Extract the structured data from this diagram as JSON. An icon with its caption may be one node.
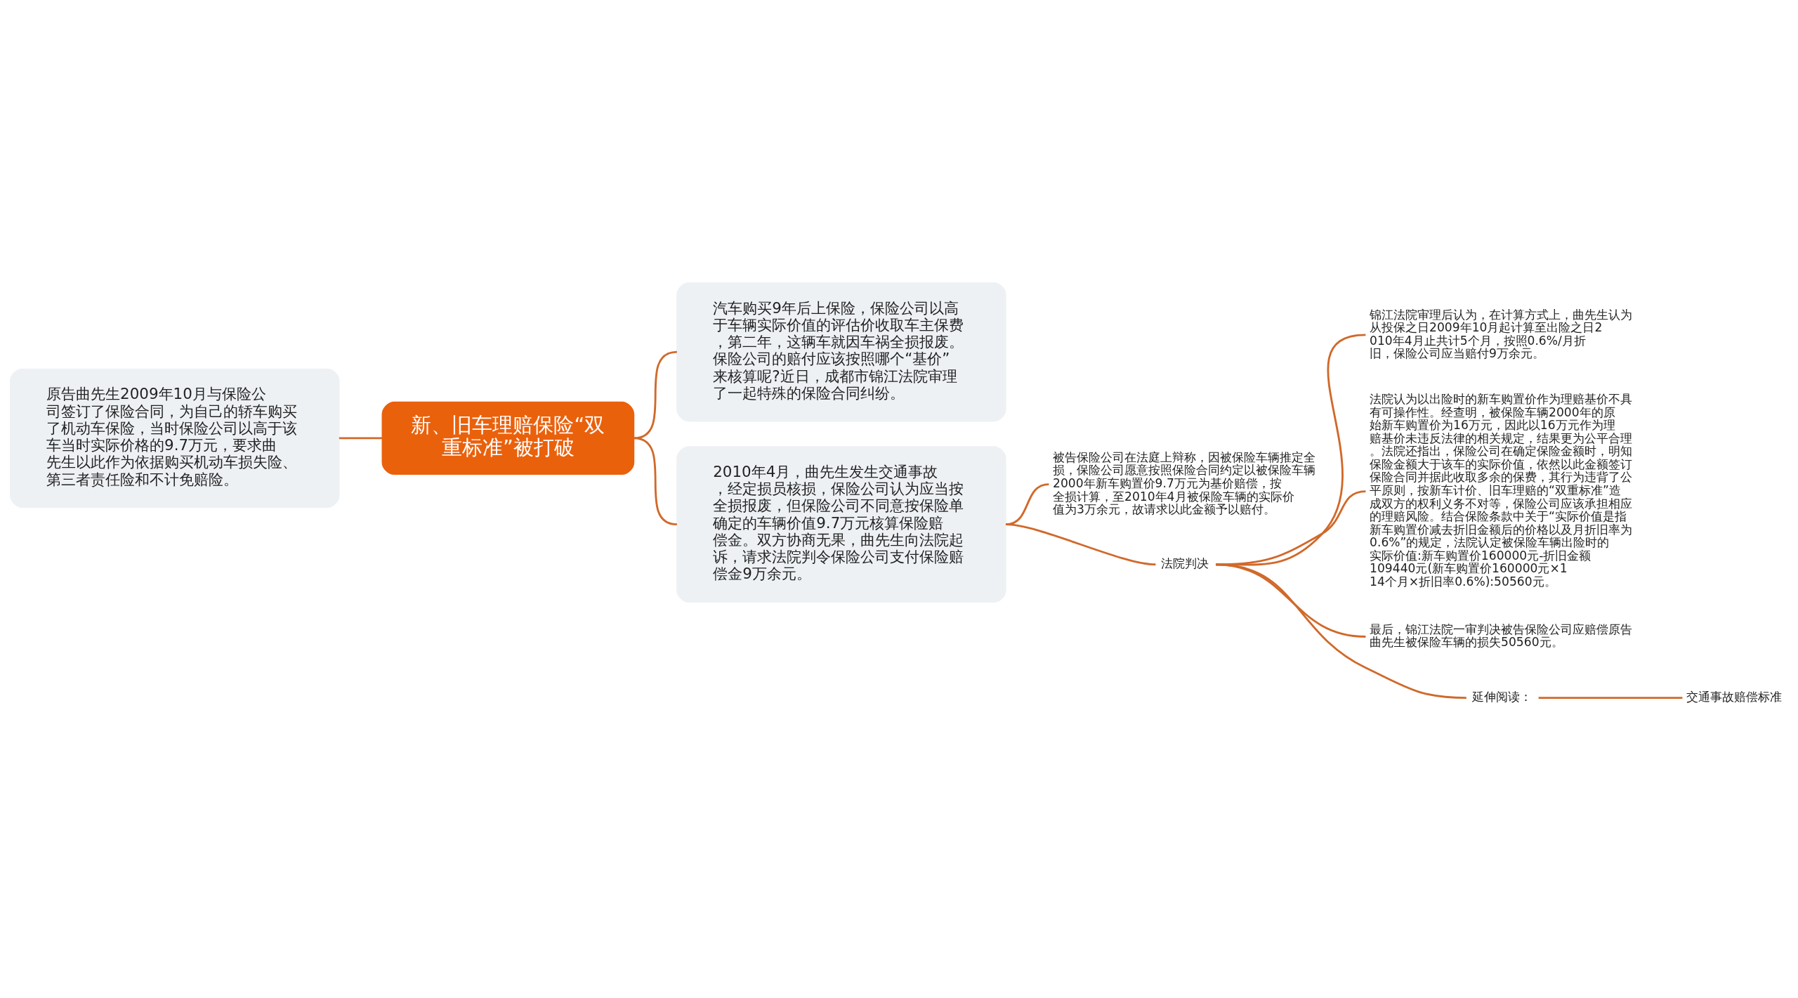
{
  "diagram": {
    "nodes": [
      {
        "text": [
          "新、旧车理赔保险“双重标准”被打破"
        ]
      },
      {
        "text": [
          "原告曲先生2009年10月与保险公司签订了保险合同，为自己的轿车购买了机动车保险，当时保险公司以高于该车当时实际价格的9.7万元，要求曲先生以此作为依据购买机动车损失险、第三者责任险和不计免赔险。"
        ]
      },
      {
        "text": [
          "汽车购买9年后上保险，保险公司以高于车辆实际价值的评估价收取车主保费，第二年，这辆车就因车祸全损报废。保险公司的赔付应该按照哪个“基价”来核算呢?近日，成都市锦江法院审理了一起特殊的保险合同纠纷。"
        ]
      },
      {
        "text": [
          "2010年4月，曲先生发生交通事故，经定损员核损，保险公司认为应当按全损报废，但保险公司不同意按保险单确定的车辆价值9.7万元核算保险赔偿金。双方协商无果，曲先生向法院起诉，请求法院判令保险公司支付保险赔偿金9万余元。"
        ]
      },
      {
        "text": [
          "被告保险公司在法庭上辩称，因被保险车辆推定全损，保险公司愿意按照保险合同约定以被保险车辆2000年新车购置价9.7万元为基价赔偿，按全损计算，至2010年4月被保险车辆的实际价值为3万余元，故请求以此金额予以赔付。"
        ]
      },
      {
        "text": [
          "法院判决"
        ]
      },
      {
        "text": [
          "锦江法院审理后认为，在计算方式上，曲先生认为从投保之日2009年10月起计算至出险之日2010年4月止共计5个月，按照0.6%/月折旧，保险公司应当赔付9万余元。"
        ]
      },
      {
        "text": [
          "法院认为以出险时的新车购置价作为理赔基价不具有可操作性。经查明，被保险车辆2000年的原始新车购置价为16万元，因此以16万元作为理赔基价未违反法律的相关规定，结果更为公平合理。法院还指出，保险公司在确定保险金额时，明知保险金额大于该车的实际价值，依然以此金额签订保险合同并据此收取多余的保费，其行为违背了公平原则，按新车计价、旧车理赔的“双重标准”造成双方的权利义务不对等，保险公司应该承担相应的理赔风险。结合保险条款中关于“实际价值是指新车购置价减去折旧金额后的价格以及月折旧率为0.6%”的规定，法院认定被保险车辆出险时的实际价值:新车购置价160000元-折旧金额109440元(新车购置价160000元×114个月×折旧率0.6%):50560元。"
        ]
      },
      {
        "text": [
          "最后，锦江法院一审判决被告保险公司应赔偿原告曲先生被保险车辆的损失50560元。"
        ]
      },
      {
        "text": [
          "延伸阅读："
        ]
      },
      {
        "text": [
          "交通事故赔偿标准"
        ]
      }
    ],
    "edges": [
      {
        "from": 1,
        "to": 0,
        "arrow": "none"
      },
      {
        "from": 0,
        "to": 2,
        "arrow": "none"
      },
      {
        "from": 0,
        "to": 3,
        "arrow": "none"
      },
      {
        "from": 3,
        "to": 4,
        "arrow": "none"
      },
      {
        "from": 3,
        "to": 5,
        "arrow": "none"
      },
      {
        "from": 5,
        "to": 6,
        "arrow": "none"
      },
      {
        "from": 5,
        "to": 7,
        "arrow": "none"
      },
      {
        "from": 5,
        "to": 8,
        "arrow": "none"
      },
      {
        "from": 5,
        "to": 9,
        "arrow": "none"
      },
      {
        "from": 9,
        "to": 10,
        "arrow": "none"
      }
    ]
  }
}
